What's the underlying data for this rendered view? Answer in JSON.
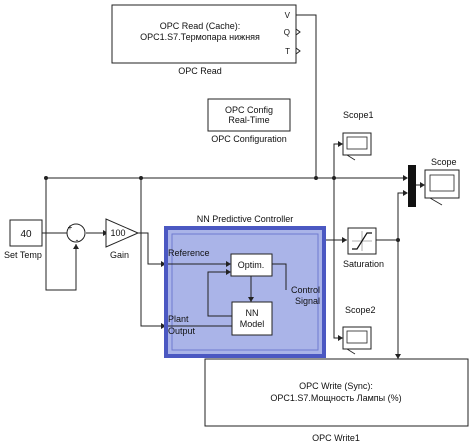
{
  "blocks": {
    "opc_read": {
      "title": "OPC Read (Cache):",
      "item": "OPC1.S7.Термопара нижняя",
      "caption": "OPC Read",
      "ports": [
        "V",
        "Q",
        "T"
      ]
    },
    "opc_config": {
      "line1": "OPC Config",
      "line2": "Real-Time",
      "caption": "OPC Configuration"
    },
    "constant": {
      "value": "40",
      "caption": "Set Temp"
    },
    "sum": {
      "signs": [
        "+",
        "-"
      ]
    },
    "gain": {
      "value": "100",
      "caption": "Gain"
    },
    "nn_controller": {
      "caption": "NN Predictive Controller",
      "reference_label": "Reference",
      "plant_label": "Plant",
      "output_label": "Output",
      "optim_label": "Optim.",
      "nn_model_line1": "NN",
      "nn_model_line2": "Model",
      "control_line1": "Control",
      "control_line2": "Signal"
    },
    "saturation": {
      "caption": "Saturation"
    },
    "scope1": {
      "caption": "Scope1"
    },
    "scope": {
      "caption": "Scope"
    },
    "scope2": {
      "caption": "Scope2"
    },
    "opc_write": {
      "title": "OPC Write (Sync):",
      "item": "OPC1.S7.Мощность Лампы (%)",
      "caption": "OPC Write1"
    }
  },
  "colors": {
    "nn_fill": "#aab4e8",
    "nn_border": "#4b58c2",
    "line": "#222222"
  }
}
